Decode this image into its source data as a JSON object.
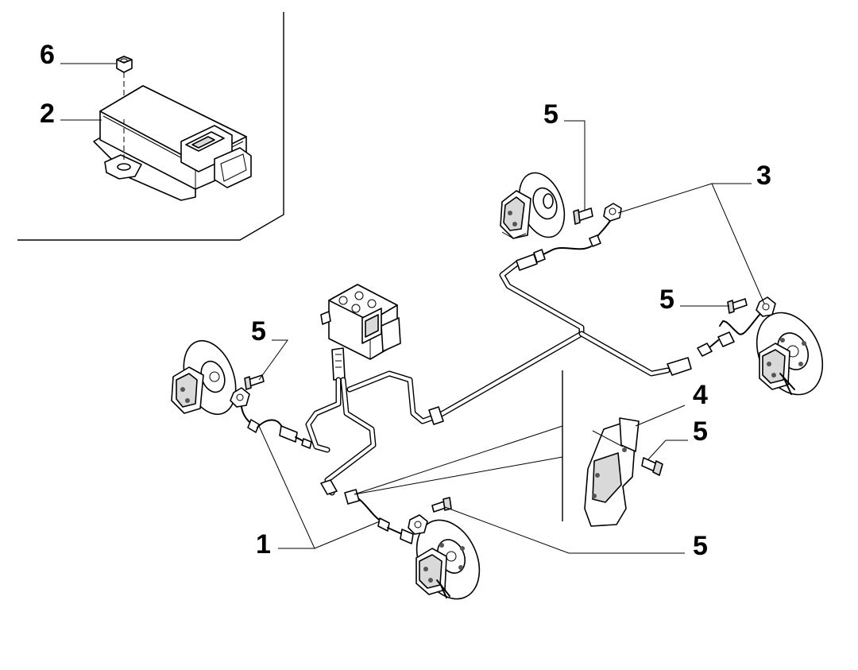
{
  "callouts": {
    "c1": "1",
    "c2": "2",
    "c3": "3",
    "c4": "4",
    "c5a": "5",
    "c5b": "5",
    "c5c": "5",
    "c5d": "5",
    "c5e": "5",
    "c6": "6"
  }
}
